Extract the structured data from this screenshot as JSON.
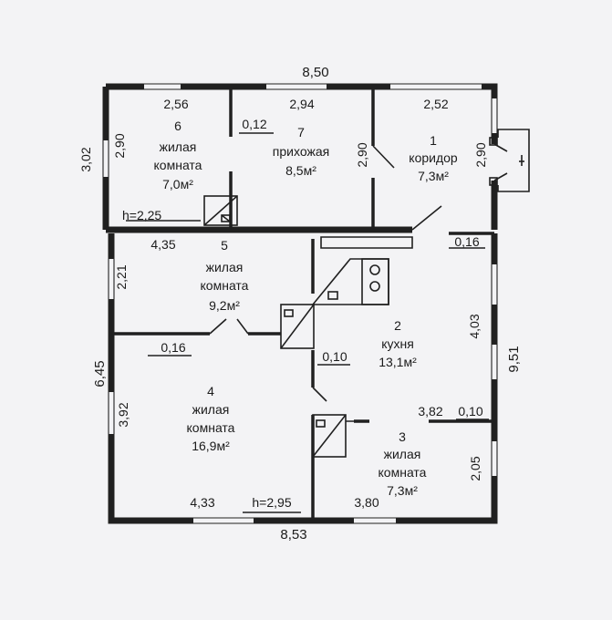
{
  "rooms": [
    {
      "num": "1",
      "name": "коридор",
      "area": "7,3м²"
    },
    {
      "num": "2",
      "name": "кухня",
      "area": "13,1м²"
    },
    {
      "num": "3",
      "name_line1": "жилая",
      "name_line2": "комната",
      "area": "7,3м²"
    },
    {
      "num": "4",
      "name_line1": "жилая",
      "name_line2": "комната",
      "area": "16,9м²"
    },
    {
      "num": "5",
      "name_line1": "жилая",
      "name_line2": "комната",
      "area": "9,2м²"
    },
    {
      "num": "6",
      "name_line1": "жилая",
      "name_line2": "комната",
      "area": "7,0м²"
    },
    {
      "num": "7",
      "name": "прихожая",
      "area": "8,5м²"
    }
  ],
  "dimensions": {
    "top_total": "8,50",
    "bottom_total": "8,53",
    "left_upper": "3,02",
    "left_lower": "6,45",
    "right_total": "9,51",
    "room6_width": "2,56",
    "room6_depth": "2,90",
    "room7_width": "2,94",
    "room7_depth": "2,90",
    "room1_width": "2,52",
    "room1_depth": "2,90",
    "partition_012": "0,12",
    "partition_016_left": "0,16",
    "partition_016_right": "0,16",
    "partition_010_mid": "0,10",
    "partition_010_right": "0,10",
    "room5_width": "4,35",
    "room5_depth": "2,21",
    "room4_depth": "3,92",
    "room4_width": "4,33",
    "room3_width": "3,82",
    "room3_depth": "2,05",
    "room3_bottom": "3,80",
    "kitchen_depth": "4,03",
    "height_top": "h=2,25",
    "height_bottom": "h=2,95"
  }
}
